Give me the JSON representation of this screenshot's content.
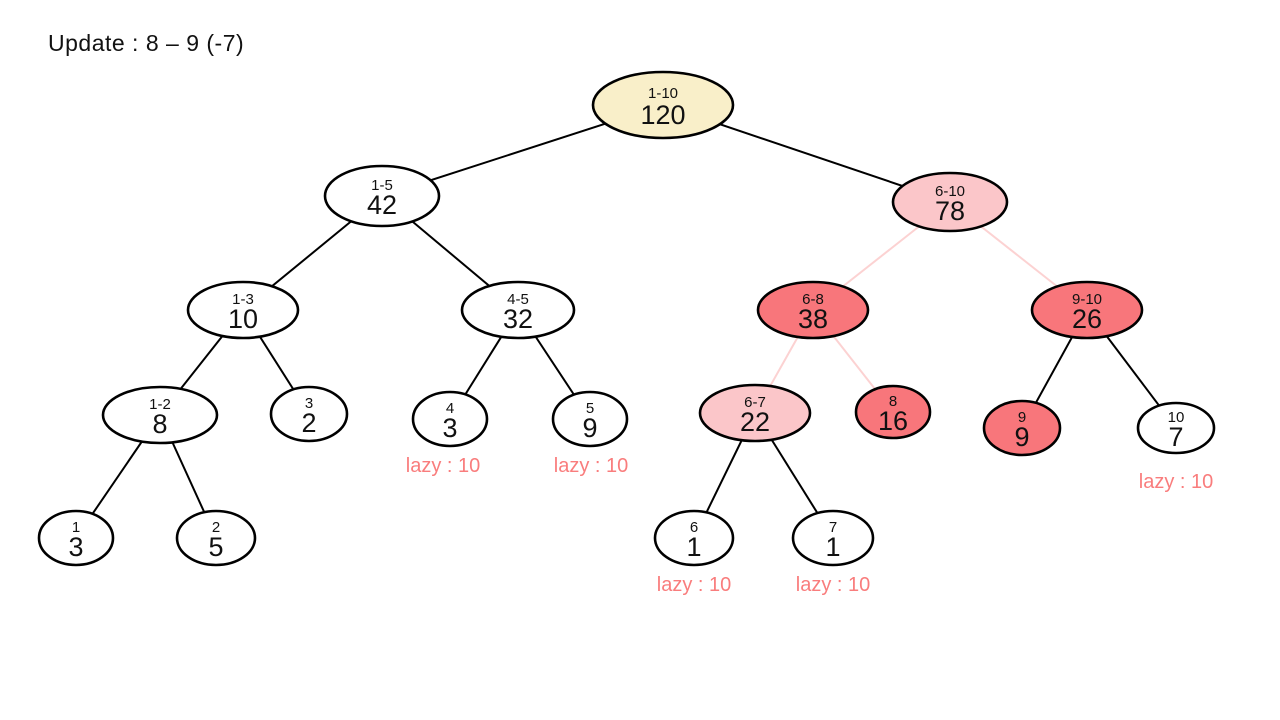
{
  "title": "Update : 8 – 9 (-7)",
  "colors": {
    "node_default": "#ffffff",
    "node_root": "#f9efc9",
    "node_partial": "#fbc6c9",
    "node_updated": "#f8767b",
    "edge_default": "#000000",
    "edge_highlight": "#fcd2d2",
    "lazy_text": "#f97d7d"
  },
  "nodes": [
    {
      "range": "1-10",
      "value": "120"
    },
    {
      "range": "1-5",
      "value": "42"
    },
    {
      "range": "6-10",
      "value": "78"
    },
    {
      "range": "1-3",
      "value": "10"
    },
    {
      "range": "4-5",
      "value": "32"
    },
    {
      "range": "6-8",
      "value": "38"
    },
    {
      "range": "9-10",
      "value": "26"
    },
    {
      "range": "1-2",
      "value": "8"
    },
    {
      "range": "3",
      "value": "2"
    },
    {
      "range": "4",
      "value": "3"
    },
    {
      "range": "5",
      "value": "9"
    },
    {
      "range": "6-7",
      "value": "22"
    },
    {
      "range": "8",
      "value": "16"
    },
    {
      "range": "9",
      "value": "9"
    },
    {
      "range": "10",
      "value": "7"
    },
    {
      "range": "1",
      "value": "3"
    },
    {
      "range": "2",
      "value": "5"
    },
    {
      "range": "6",
      "value": "1"
    },
    {
      "range": "7",
      "value": "1"
    }
  ],
  "lazy": [
    {
      "text": "lazy : 10"
    },
    {
      "text": "lazy : 10"
    },
    {
      "text": "lazy : 10"
    },
    {
      "text": "lazy : 10"
    },
    {
      "text": "lazy : 10"
    }
  ]
}
